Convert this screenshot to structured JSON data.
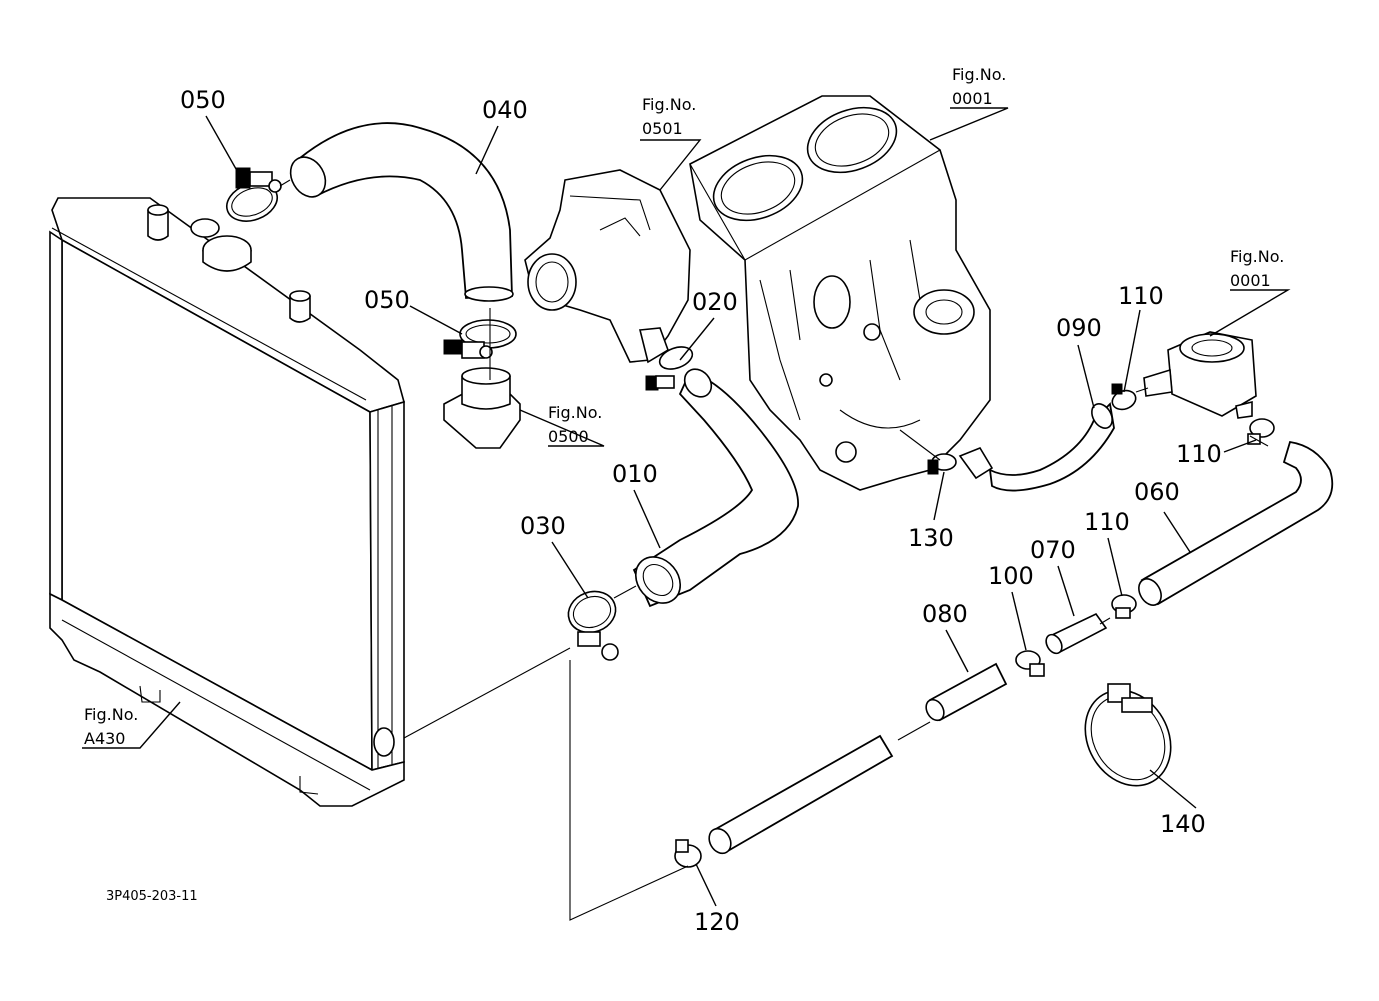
{
  "diagram": {
    "drawing_code": "3P405-203-11",
    "callouts": [
      {
        "id": "c010",
        "label": "010"
      },
      {
        "id": "c020",
        "label": "020"
      },
      {
        "id": "c030",
        "label": "030"
      },
      {
        "id": "c040",
        "label": "040"
      },
      {
        "id": "c050a",
        "label": "050"
      },
      {
        "id": "c050b",
        "label": "050"
      },
      {
        "id": "c060",
        "label": "060"
      },
      {
        "id": "c070",
        "label": "070"
      },
      {
        "id": "c080",
        "label": "080"
      },
      {
        "id": "c090",
        "label": "090"
      },
      {
        "id": "c100",
        "label": "100"
      },
      {
        "id": "c110a",
        "label": "110"
      },
      {
        "id": "c110b",
        "label": "110"
      },
      {
        "id": "c110c",
        "label": "110"
      },
      {
        "id": "c120",
        "label": "120"
      },
      {
        "id": "c130",
        "label": "130"
      },
      {
        "id": "c140",
        "label": "140"
      }
    ],
    "figure_refs": [
      {
        "id": "f0501",
        "prefix": "Fig.No.",
        "number": "0501"
      },
      {
        "id": "f0001a",
        "prefix": "Fig.No.",
        "number": "0001"
      },
      {
        "id": "f0001b",
        "prefix": "Fig.No.",
        "number": "0001"
      },
      {
        "id": "f0500",
        "prefix": "Fig.No.",
        "number": "0500"
      },
      {
        "id": "fA430",
        "prefix": "Fig.No.",
        "number": "A430"
      }
    ]
  }
}
